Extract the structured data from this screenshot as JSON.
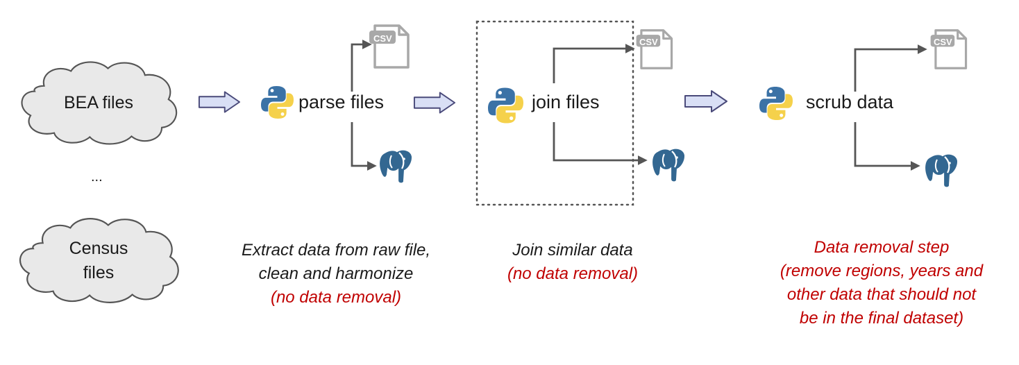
{
  "sources": {
    "bea": "BEA files",
    "ellipsis": "...",
    "census_line1": "Census",
    "census_line2": "files"
  },
  "steps": [
    {
      "label": "parse files",
      "caption": [
        "Extract data from raw file,",
        "clean and harmonize"
      ],
      "note": [
        "(no data removal)"
      ]
    },
    {
      "label": "join files",
      "caption": [
        "Join similar data"
      ],
      "note": [
        "(no data removal)"
      ]
    },
    {
      "label": "scrub data",
      "caption": [],
      "note": [
        "Data removal step",
        "(remove regions, years and",
        "other data that should not",
        "be in the final dataset)"
      ]
    }
  ],
  "icons": {
    "python": "python-icon",
    "csv": "csv-file-icon",
    "csv_text": "CSV",
    "database": "postgresql-elephant-icon",
    "flow_arrow": "right-arrow-icon"
  },
  "colors": {
    "note_red": "#c00000",
    "arrow_fill": "#d9dff5",
    "arrow_stroke": "#4a4a7a",
    "python_blue": "#3b72a6",
    "python_yellow": "#f5d14b",
    "pg_blue": "#336791"
  }
}
